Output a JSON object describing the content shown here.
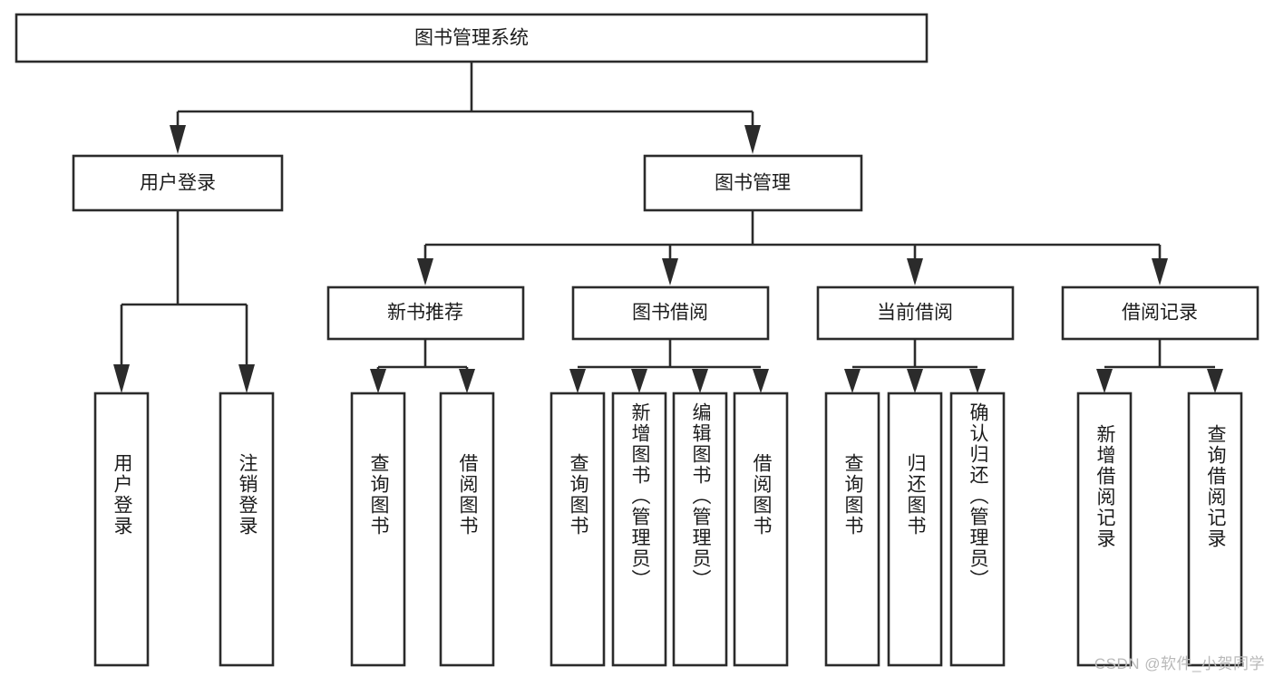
{
  "diagram": {
    "type": "tree-hierarchy-chart",
    "title_node": "图书管理系统",
    "watermark": "CSDN @软件_小贺同学",
    "colors": {
      "background": "#ffffff",
      "box_stroke": "#2b2b2b",
      "box_fill": "#ffffff",
      "text": "#1c1c1c",
      "watermark": "#b9b9b9"
    },
    "levels": {
      "root": {
        "label": "图书管理系统"
      },
      "level2": [
        {
          "label": "用户登录"
        },
        {
          "label": "图书管理"
        }
      ],
      "level3": [
        {
          "label": "新书推荐"
        },
        {
          "label": "图书借阅"
        },
        {
          "label": "当前借阅"
        },
        {
          "label": "借阅记录"
        }
      ]
    },
    "leaves": {
      "user_login": [
        {
          "label": "用户登录"
        },
        {
          "label": "注销登录"
        }
      ],
      "new_book_recommend": [
        {
          "label": "查询图书"
        },
        {
          "label": "借阅图书"
        }
      ],
      "book_borrow": [
        {
          "label": "查询图书"
        },
        {
          "label": "新增图书（管理员）"
        },
        {
          "label": "编辑图书（管理员）"
        },
        {
          "label": "借阅图书"
        }
      ],
      "current_borrow": [
        {
          "label": "查询图书"
        },
        {
          "label": "归还图书"
        },
        {
          "label": "确认归还（管理员）"
        }
      ],
      "borrow_record": [
        {
          "label": "新增借阅记录"
        },
        {
          "label": "查询借阅记录"
        }
      ]
    }
  }
}
